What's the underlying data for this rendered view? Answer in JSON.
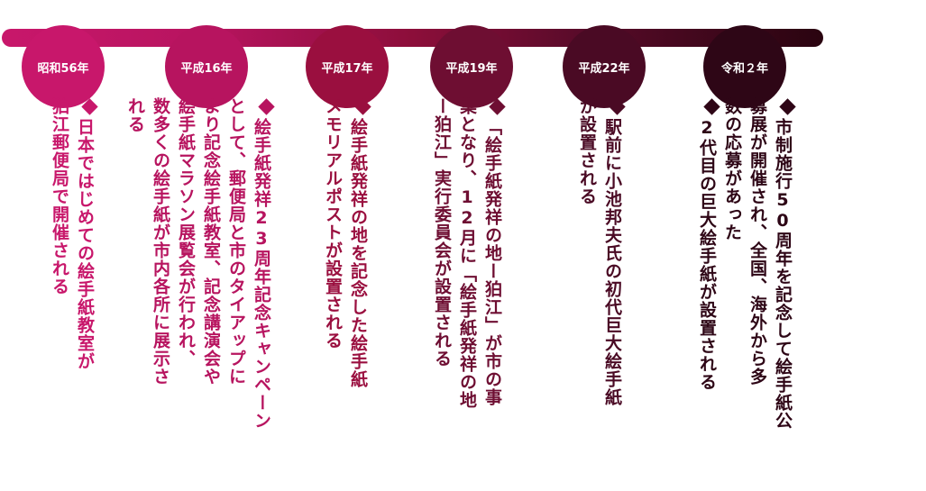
{
  "colors": {
    "bar_start": "#c8176b",
    "bar_end": "#2a0410",
    "pink": "#c8176b",
    "dark": "#2a0410"
  },
  "eras": [
    {
      "label": "昭和56年",
      "color": "#c8176b"
    },
    {
      "label": "平成16年",
      "color": "#b7145f"
    },
    {
      "label": "平成17年",
      "color": "#9a0f3f"
    },
    {
      "label": "平成19年",
      "color": "#6e0e32"
    },
    {
      "label": "平成22年",
      "color": "#4a0a24"
    },
    {
      "label": "令和２年",
      "color": "#2e0616"
    }
  ],
  "events": [
    {
      "lines": [
        "日本ではじめての絵手紙教室が",
        "狛江郵便局で開催される"
      ],
      "color": "#c8176b"
    },
    {
      "lines": [
        "絵手紙発祥23周年記念キャンペーン",
        "として、郵便局と市のタイアップに",
        "より記念絵手紙教室、記念講演会や",
        "絵手紙マラソン展覧会が行われ、",
        "数多くの絵手紙が市内各所に展示さ",
        "れる"
      ],
      "color": "#b7145f"
    },
    {
      "lines": [
        "絵手紙発祥の地を記念した絵手紙",
        "メモリアルポストが設置される"
      ],
      "color": "#9a0f3f"
    },
    {
      "lines": [
        "「絵手紙発祥の地ー狛江」が市の事",
        "業となり、12月に「絵手紙発祥の地",
        "ー狛江」実行委員会が設置される"
      ],
      "color": "#6e0e32"
    },
    {
      "lines": [
        "駅前に小池邦夫氏の初代巨大絵手紙",
        "が設置される"
      ],
      "color": "#4a0a24"
    },
    {
      "lines": [
        "市制施行50周年を記念して絵手紙公",
        "募展が開催され、全国、海外から多",
        "数の応募があった"
      ],
      "color": "#2e0616"
    },
    {
      "lines": [
        "2代目の巨大絵手紙が設置される"
      ],
      "color": "#2e0616"
    }
  ]
}
